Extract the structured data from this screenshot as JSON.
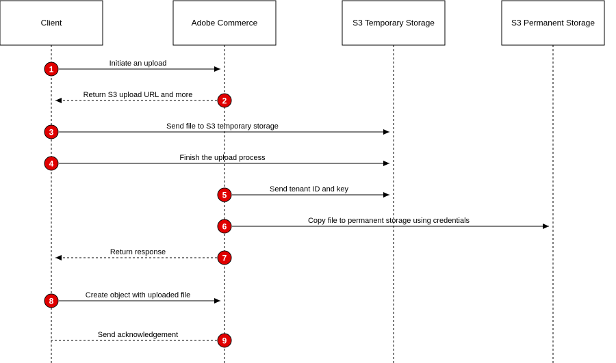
{
  "theme": {
    "badge_fill": "#e00000",
    "badge_text": "#ffffff",
    "line": "#000000"
  },
  "actors": [
    {
      "key": "client",
      "name": "Client"
    },
    {
      "key": "commerce",
      "name": "Adobe Commerce"
    },
    {
      "key": "s3temp",
      "name": "S3 Temporary Storage"
    },
    {
      "key": "s3perm",
      "name": "S3 Permanent Storage"
    }
  ],
  "messages": [
    {
      "step": "1",
      "from": "client",
      "to": "commerce",
      "label": "Initiate an upload",
      "style": "solid"
    },
    {
      "step": "2",
      "from": "commerce",
      "to": "client",
      "label": "Return S3 upload URL and more",
      "style": "dashed"
    },
    {
      "step": "3",
      "from": "client",
      "to": "s3temp",
      "label": "Send file to S3 temporary storage",
      "style": "solid"
    },
    {
      "step": "4",
      "from": "client",
      "to": "s3temp",
      "label": "Finish the upload process",
      "style": "solid"
    },
    {
      "step": "5",
      "from": "commerce",
      "to": "s3temp",
      "label": "Send tenant ID and key",
      "style": "solid"
    },
    {
      "step": "6",
      "from": "commerce",
      "to": "s3perm",
      "label": "Copy file to permanent storage using credentials",
      "style": "solid"
    },
    {
      "step": "7",
      "from": "commerce",
      "to": "client",
      "label": "Return response",
      "style": "dashed"
    },
    {
      "step": "8",
      "from": "client",
      "to": "commerce",
      "label": "Create object with uploaded file",
      "style": "solid"
    },
    {
      "step": "9",
      "from": "commerce",
      "to": "client",
      "label": "Send acknowledgement",
      "style": "dashed",
      "arrowhead": false
    }
  ]
}
